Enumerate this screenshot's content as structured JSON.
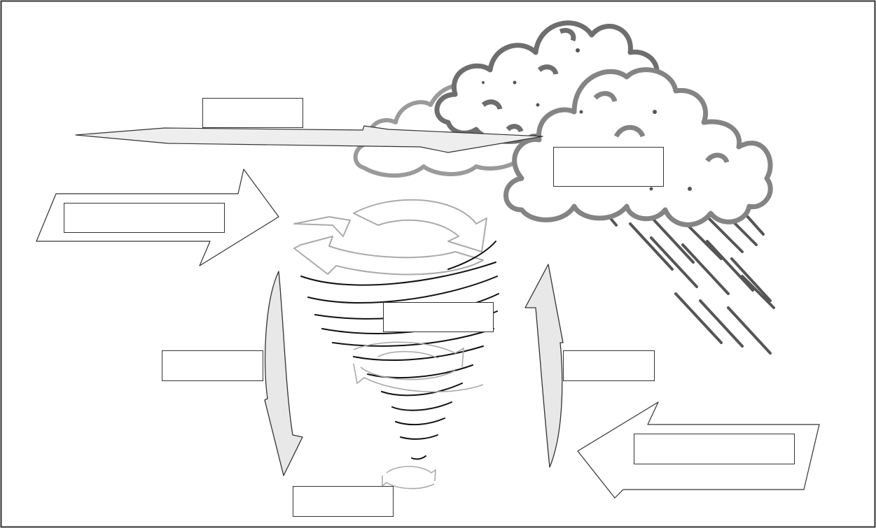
{
  "diagram": {
    "kind": "tornado formation worksheet",
    "colors": {
      "outline": "#333333",
      "arrow_fill": "#eeeeee",
      "cloud_back": "#9a9a9a",
      "cloud_mid": "#6e6e6e",
      "cloud_front": "#848484",
      "rain": "#555555",
      "swirl": "#aaaaaa",
      "funnel_lines": "#111111"
    },
    "icons": [
      "storm-cloud",
      "rain",
      "tornado-funnel",
      "rotation-arrows",
      "wind-arrow"
    ],
    "labels": {
      "top_wind": "",
      "cloud": "",
      "left_wind": "",
      "funnel": "",
      "downdraft": "",
      "updraft": "",
      "right_wind": "",
      "ground": ""
    }
  }
}
